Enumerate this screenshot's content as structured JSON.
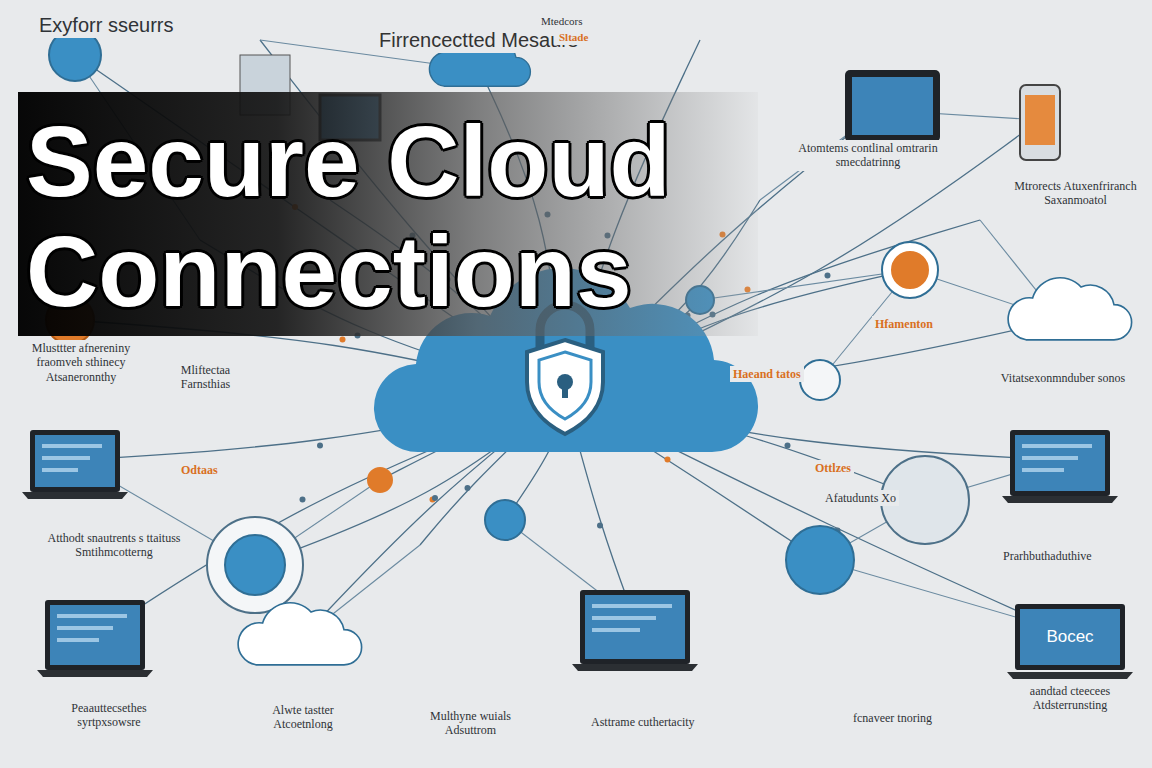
{
  "diagram": {
    "title": "Firrencectted Mesaurs",
    "nodes": [
      {
        "text": [
          "Secure Cloud Connections"
        ]
      },
      {
        "text": [
          "Bocec",
          "aandtad cteecees Atdsterrunsting"
        ]
      }
    ],
    "labels": [
      "Exyforr sseurrs",
      "Mtedcors",
      "Sltade",
      "Atomtems contlinal omtrarin smecdatrinng",
      "Mtrorects Atuxenfriranch Saxanmoatol",
      "Mlusttter afnereniny fraomveh sthinecy Atsaneronnthy",
      "Mliftectaa Farnsthias",
      "Hfamenton",
      "Haeand tatos",
      "Vitatsexonmnduber sonos",
      "Odtaas",
      "Ottlzes",
      "Afatudunts Xo",
      "Atthodt snautrents s ttaituss Smtihmcotterng",
      "Prarhbuthaduthive",
      "Peaauttecsethes syrtpxsowsre",
      "Alwte tastter Atcoetnlong",
      "Multhyne wuials Adsuttrom",
      "Asttrame cuthertacity",
      "fcnaveer tnoring"
    ]
  }
}
